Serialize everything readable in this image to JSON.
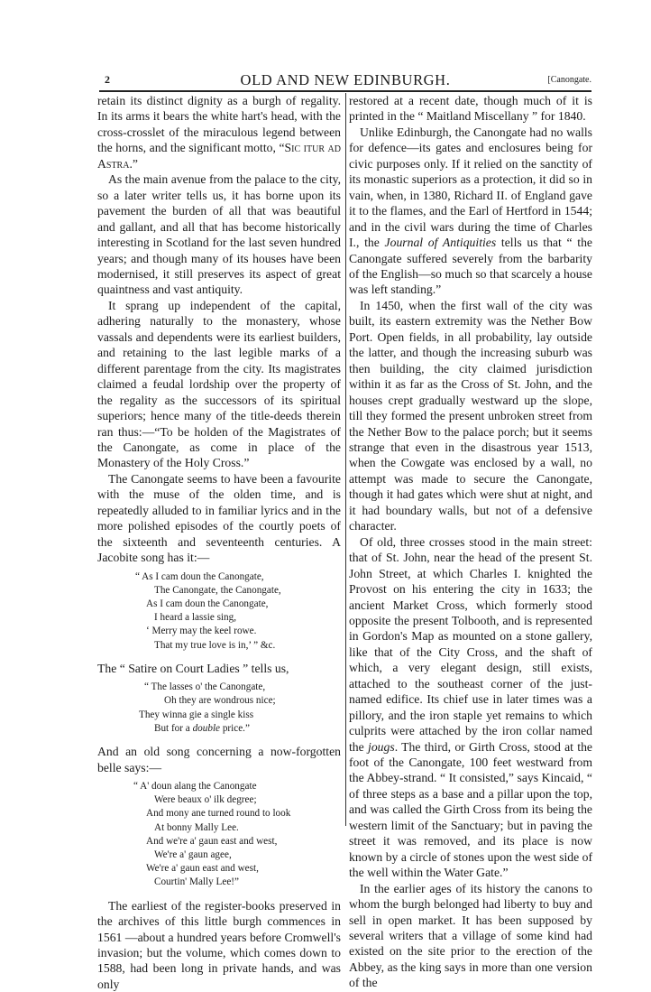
{
  "header": {
    "page_number": "2",
    "title": "OLD AND NEW EDINBURGH.",
    "section": "[Canongate."
  },
  "left_column": {
    "p1": "retain its distinct dignity as a burgh of regality. In its arms it bears the white hart's head, with the cross-crosslet of the miraculous legend between the horns, and the significant motto, “",
    "p1_motto": "Sic itur ad Astra.",
    "p1_end": "”",
    "p2": "As the main avenue from the palace to the city, so a later writer tells us, it has borne upon its pavement the burden of all that was beautiful and gallant, and all that has become historically interesting in Scotland for the last seven hundred years; and though many of its houses have been modernised, it still preserves its aspect of great quaintness and vast antiquity.",
    "p3": "It sprang up independent of the capital, adhering naturally to the monastery, whose vassals and dependents were its earliest builders, and retaining to the last legible marks of a different parentage from the city.  Its magistrates claimed a feudal lordship over the property of the regality as the successors of its spiritual superiors; hence many of the title-deeds therein ran thus:—“To be holden of the Magistrates of the Canongate, as come in place of the Monastery of the Holy Cross.”",
    "p4": "The Canongate seems to have been a favourite with the muse of the olden time, and is repeatedly alluded to in familiar lyrics and in the more polished episodes of the courtly poets of the sixteenth and seventeenth centuries.  A Jacobite song has it:—",
    "verse1": [
      "“ As I cam doun the Canongate,",
      "The Canongate, the Canongate,",
      "As I cam doun the Canongate,",
      "I heard a lassie sing,",
      "‘ Merry may the keel rowe.",
      "That my true love is in,’ ” &c."
    ],
    "p5": "The “ Satire on Court Ladies ” tells us,",
    "verse2": [
      "“ The lasses o' the Canongate,",
      "Oh they are wondrous nice;",
      "They winna gie a single kiss",
      "But for a ",
      "double",
      " price.”"
    ],
    "p6": "And an old song concerning a now-forgotten belle says:—",
    "verse3": [
      "“ A' doun alang the Canongate",
      "Were beaux o' ilk degree;",
      "And mony ane turned round to look",
      "At bonny Mally Lee.",
      "And we're a' gaun east and west,",
      "We're a' gaun agee,",
      "We're a' gaun east and west,",
      "Courtin' Mally Lee!”"
    ],
    "p7": "The earliest of the register-books preserved in the archives of this little burgh commences in 1561 —about a hundred years before Cromwell's invasion; but the volume, which comes down to 1588, had been long in private hands, and was only"
  },
  "right_column": {
    "p1": "restored at a recent date, though much of it is printed in the “ Maitland Miscellany ” for 1840.",
    "p2_a": "Unlike Edinburgh, the Canongate had no walls for defence—its gates and enclosures being for civic purposes only.  If it relied on the sanctity of its monastic superiors as a protection, it did so in vain, when, in 1380, Richard II. of England gave it to the flames, and the Earl of Hertford in 1544; and in the civil wars during the time of Charles I., the ",
    "p2_journal": "Journal of Antiquities",
    "p2_b": " tells us that “ the Canongate suffered severely from the barbarity of the English—so much so that scarcely a house was left standing.”",
    "p3": "In 1450, when the first wall of the city was built, its eastern extremity was the Nether Bow Port.  Open fields, in all probability, lay outside the latter, and though the increasing suburb was then building, the city claimed jurisdiction within it as far as the Cross of St. John, and the houses crept gradually westward up the slope, till they formed the present unbroken street from the Nether Bow to the palace porch; but it seems strange that even in the disastrous year 1513, when the Cowgate was enclosed by a wall, no attempt was made to secure the Canongate, though it had gates which were shut at night, and it had boundary walls, but not of a defensive character.",
    "p4_a": "Of old, three crosses stood in the main street: that of St. John, near the head of the present St. John Street, at which Charles I. knighted the Provost on his entering the city in 1633; the ancient Market Cross, which formerly stood opposite the present Tolbooth, and is represented in Gordon's Map as mounted on a stone gallery, like that of the City Cross, and the shaft of which, a very elegant design, still exists, attached to the southeast corner of the just-named edifice.  Its chief use in later times was a pillory, and the iron staple yet remains to which culprits were attached by the iron collar named the ",
    "p4_jougs": "jougs",
    "p4_b": ".  The third, or Girth Cross, stood at the foot of the Canongate, 100 feet westward from the Abbey-strand.  “ It consisted,” says Kincaid, “ of three steps as a base and a pillar upon the top, and was called the Girth Cross from its being the western limit of the Sanctuary; but in paving the street it was removed, and its place is now known by a circle of stones upon the west side of the well within the Water Gate.”",
    "p5": "In the earlier ages of its history the canons to whom the burgh belonged had liberty to buy and sell in open market.  It has been supposed by several writers that a village of some kind had existed on the site prior to the erection of the Abbey, as the king says in more than one version of the"
  }
}
